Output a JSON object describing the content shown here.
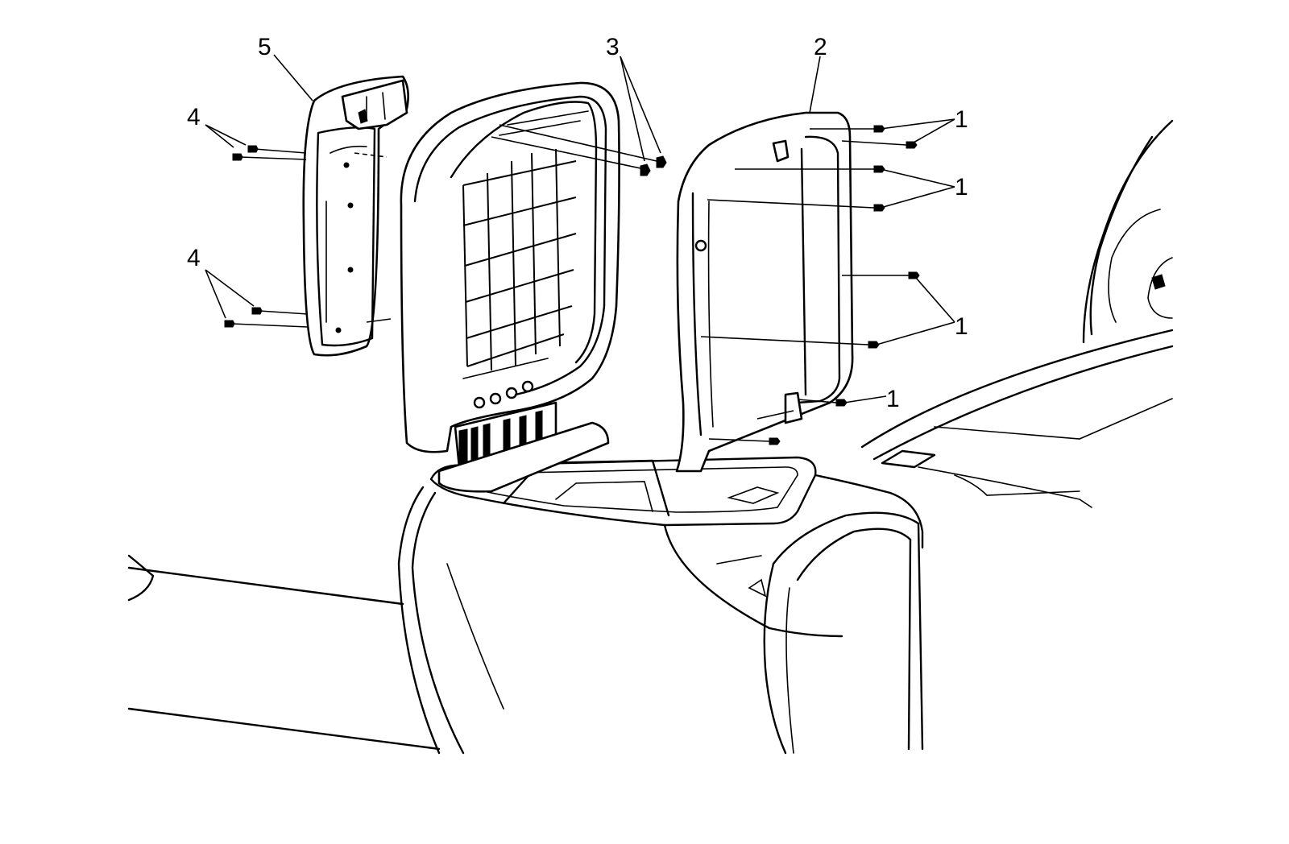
{
  "figure": {
    "callouts": [
      {
        "id": "callout-5",
        "label": "5"
      },
      {
        "id": "callout-4-upper",
        "label": "4"
      },
      {
        "id": "callout-4-lower",
        "label": "4"
      },
      {
        "id": "callout-3",
        "label": "3"
      },
      {
        "id": "callout-2",
        "label": "2"
      },
      {
        "id": "callout-1-a",
        "label": "1"
      },
      {
        "id": "callout-1-b",
        "label": "1"
      },
      {
        "id": "callout-1-c",
        "label": "1"
      },
      {
        "id": "callout-1-d",
        "label": "1"
      }
    ]
  },
  "colors": {
    "ink": "#000000",
    "background": "#ffffff"
  }
}
